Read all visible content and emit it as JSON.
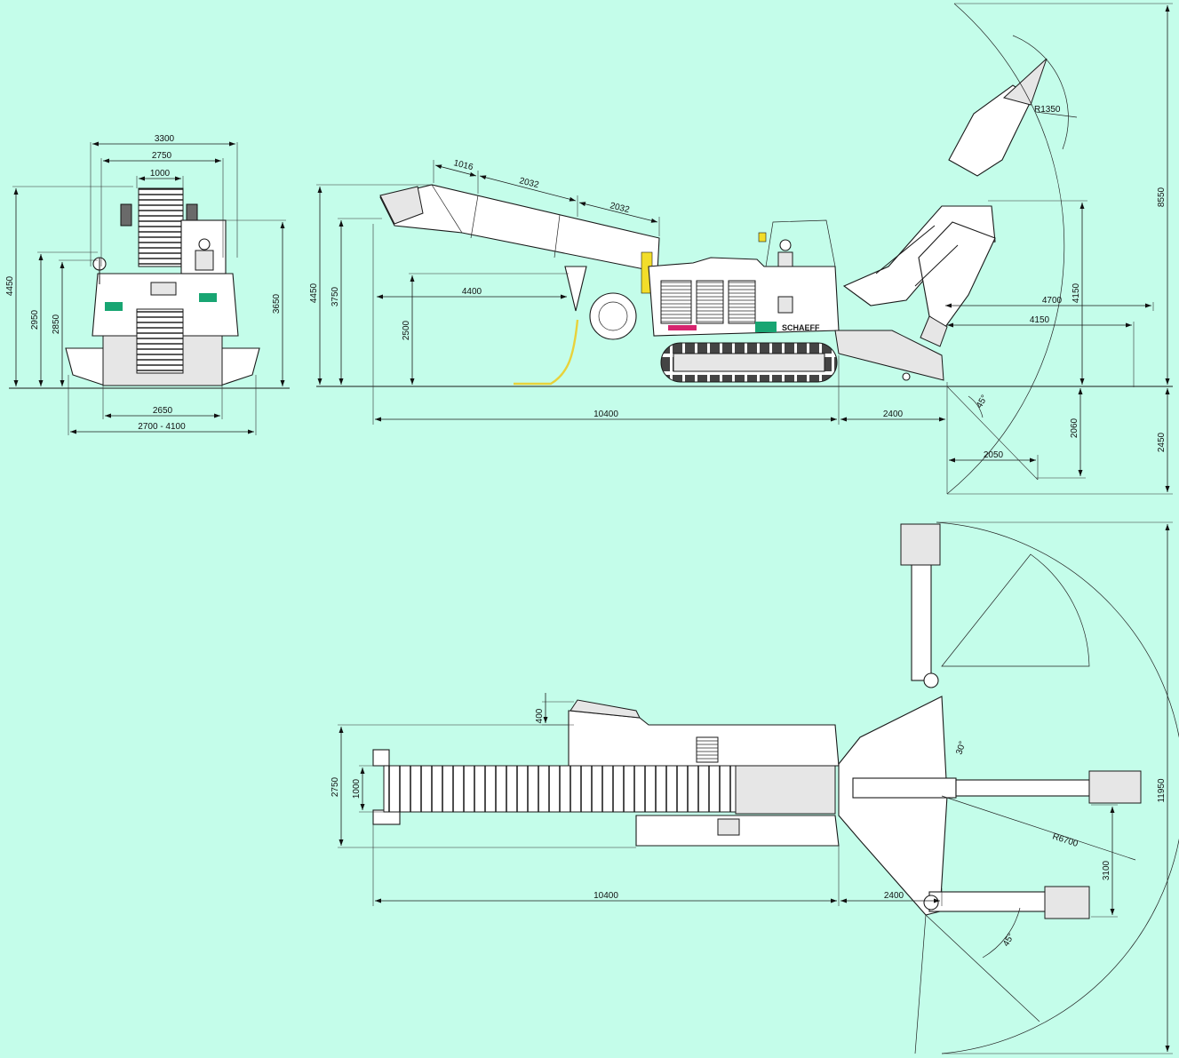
{
  "colors": {
    "background": "#c4fdea",
    "line": "#1a1a1a",
    "machine_fill": "#ffffff",
    "cable": "#e8d23a",
    "warning_stripe": "#f2dd2a",
    "logo_green": "#18a572",
    "logo_red": "#d6246e"
  },
  "brand": {
    "logo_text": "SCHAEFF"
  },
  "front_view": {
    "dims": {
      "top_width": "3300",
      "upper_width": "2750",
      "conveyor_width": "1000",
      "track_width": "2650",
      "spread_width": "2700 - 4100",
      "overall_height": "4450",
      "height_a": "2950",
      "height_b": "2850",
      "cab_height": "3650"
    }
  },
  "side_view": {
    "dims": {
      "seg_a": "1016",
      "seg_b": "2032",
      "seg_c": "2032",
      "overall_height": "4450",
      "conveyor_height": "3750",
      "discharge_height": "2500",
      "discharge_length": "4400",
      "length": "10400",
      "front_length": "2400",
      "reach_a": "4700",
      "reach_b": "4150",
      "boom_height": "4150",
      "radius": "R1350",
      "max_height": "8550",
      "depth": "2060",
      "total_depth": "2450",
      "dig_reach": "2050",
      "angle": "45°"
    }
  },
  "top_view": {
    "dims": {
      "side_offset": "400",
      "width": "2750",
      "conveyor_width": "1000",
      "length": "10400",
      "front_length": "2400",
      "swing_angle_a": "30°",
      "radius": "R6700",
      "side_reach": "3100",
      "total_width": "11950",
      "swing_angle_b": "45°"
    }
  }
}
